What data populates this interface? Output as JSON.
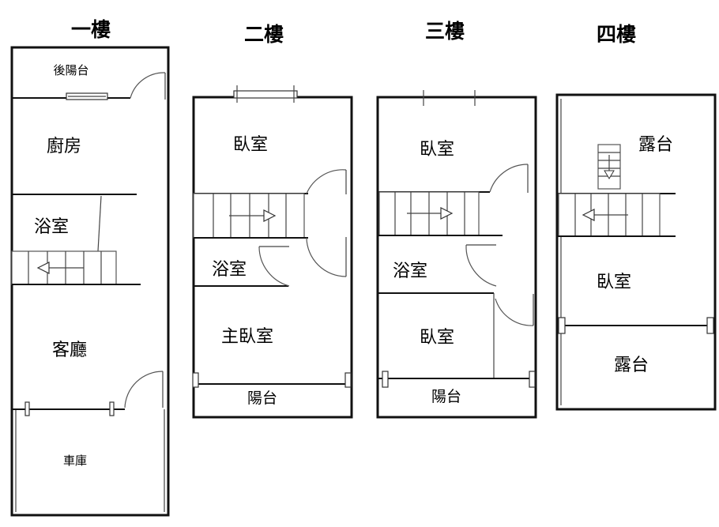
{
  "floors": [
    {
      "title": "一樓",
      "rooms": {
        "back_balcony": "後陽台",
        "kitchen": "廚房",
        "bathroom": "浴室",
        "living_room": "客廳",
        "garage": "車庫"
      }
    },
    {
      "title": "二樓",
      "rooms": {
        "bedroom": "臥室",
        "bathroom": "浴室",
        "master_bedroom": "主臥室",
        "balcony": "陽台"
      }
    },
    {
      "title": "三樓",
      "rooms": {
        "bedroom_top": "臥室",
        "bathroom": "浴室",
        "bedroom_bottom": "臥室",
        "balcony": "陽台"
      }
    },
    {
      "title": "四樓",
      "rooms": {
        "terrace_top": "露台",
        "bedroom": "臥室",
        "terrace_bottom": "露台"
      }
    }
  ]
}
